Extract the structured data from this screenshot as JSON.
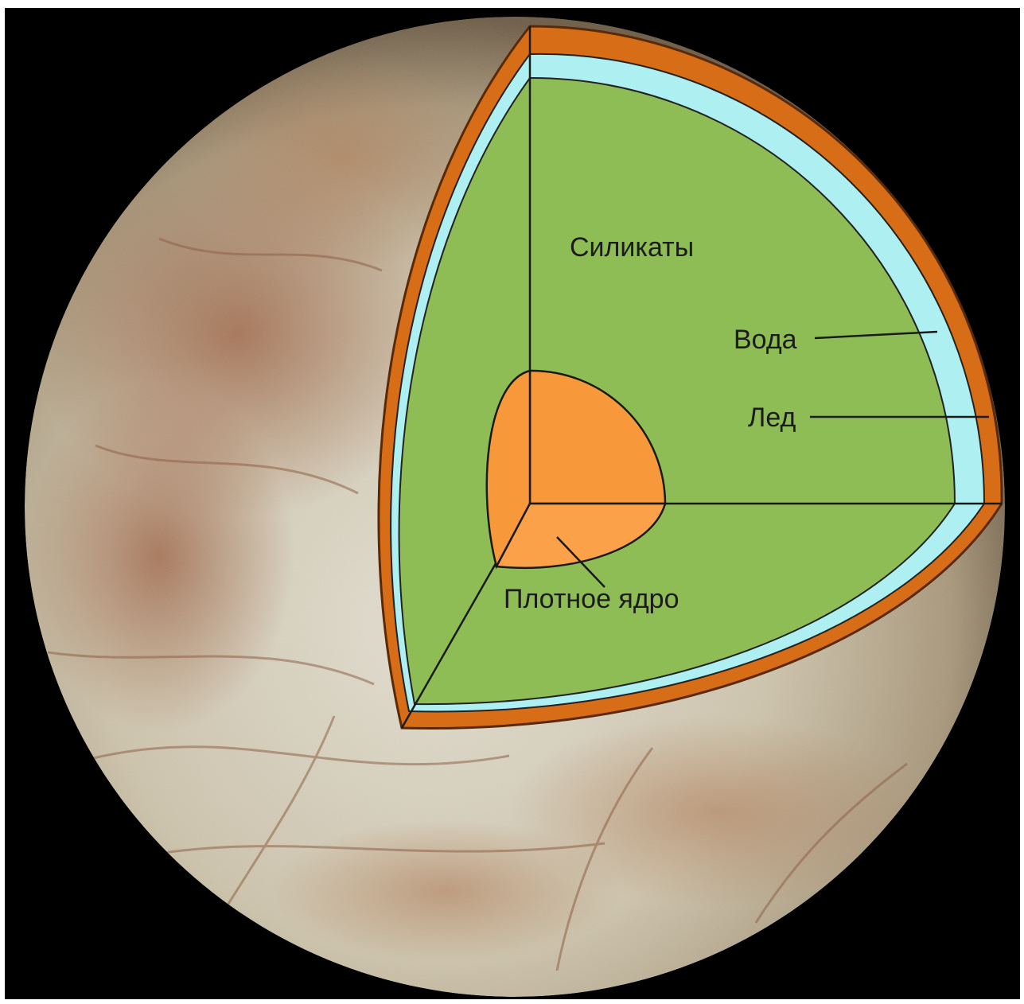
{
  "labels": {
    "silicates": "Силикаты",
    "water": "Вода",
    "ice": "Лед",
    "core": "Плотное ядро"
  },
  "colors": {
    "background": "#000000",
    "outer_frame": "#ffffff",
    "surface_light": "#ddd6c2",
    "surface_brown": "#9d6444",
    "silicate_layer": "#8fbd55",
    "water_layer": "#aef0f2",
    "ice_layer": "#d86d17",
    "core": "#f7993a",
    "core_bottom": "#fba14a",
    "lines": "#1a1a1a"
  }
}
